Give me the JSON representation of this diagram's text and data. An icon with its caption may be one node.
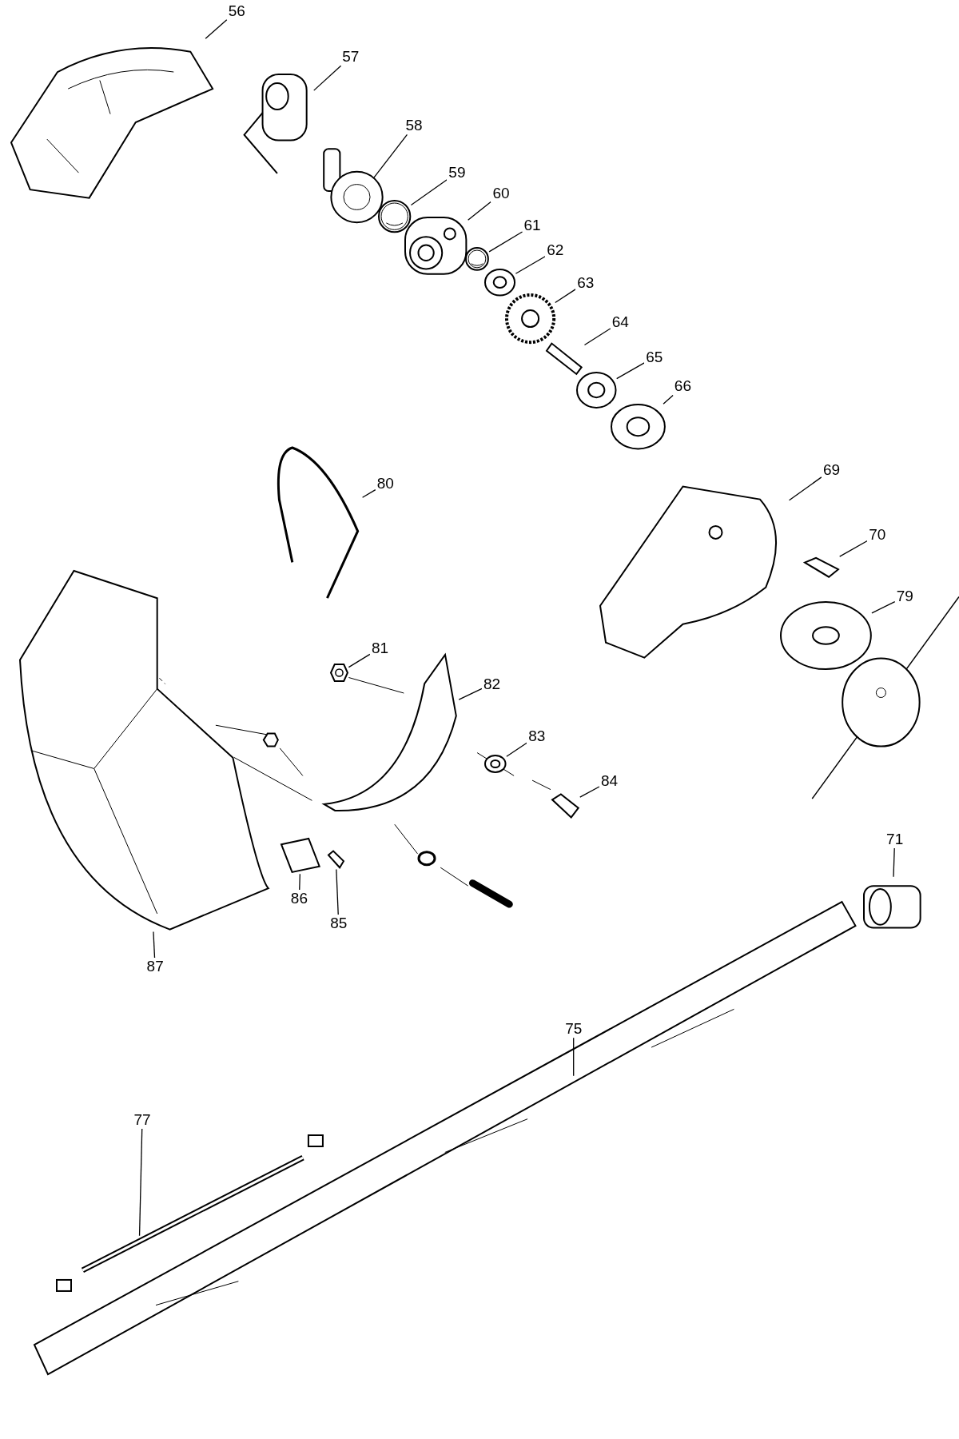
{
  "diagram": {
    "nodes": [
      {
        "text": [
          "56"
        ]
      },
      {
        "text": [],
        "shape": "picture"
      },
      {
        "text": [
          "57"
        ]
      },
      {
        "text": [],
        "shape": "picture"
      },
      {
        "text": [
          "58"
        ]
      },
      {
        "text": [],
        "shape": "picture"
      },
      {
        "text": [
          "59"
        ]
      },
      {
        "text": [],
        "shape": "picture"
      },
      {
        "text": [
          "60"
        ]
      },
      {
        "text": [],
        "shape": "picture"
      },
      {
        "text": [
          "61"
        ]
      },
      {
        "text": [],
        "shape": "picture"
      },
      {
        "text": [
          "62"
        ]
      },
      {
        "text": [],
        "shape": "picture"
      },
      {
        "text": [
          "63"
        ]
      },
      {
        "text": [],
        "shape": "picture"
      },
      {
        "text": [
          "64"
        ]
      },
      {
        "text": [],
        "shape": "picture"
      },
      {
        "text": [
          "65"
        ]
      },
      {
        "text": [],
        "shape": "picture"
      },
      {
        "text": [
          "66"
        ]
      },
      {
        "text": [],
        "shape": "picture"
      },
      {
        "text": [
          "80"
        ]
      },
      {
        "text": [],
        "shape": "picture"
      },
      {
        "text": [
          "69"
        ]
      },
      {
        "text": [],
        "shape": "picture"
      },
      {
        "text": [
          "70"
        ]
      },
      {
        "text": [],
        "shape": "picture"
      },
      {
        "text": [
          "79"
        ]
      },
      {
        "text": [],
        "shape": "picture"
      },
      {
        "text": [
          "81"
        ]
      },
      {
        "text": [],
        "shape": "picture"
      },
      {
        "text": [
          "82"
        ]
      },
      {
        "text": [],
        "shape": "picture"
      },
      {
        "text": [
          "83"
        ]
      },
      {
        "text": [],
        "shape": "picture"
      },
      {
        "text": [
          "84"
        ]
      },
      {
        "text": [],
        "shape": "picture"
      },
      {
        "text": [
          "86"
        ]
      },
      {
        "text": [],
        "shape": "picture"
      },
      {
        "text": [
          "85"
        ]
      },
      {
        "text": [],
        "shape": "picture"
      },
      {
        "text": [
          "87"
        ]
      },
      {
        "text": [],
        "shape": "picture"
      },
      {
        "text": [
          "71"
        ]
      },
      {
        "text": [],
        "shape": "picture"
      },
      {
        "text": [
          "75"
        ]
      },
      {
        "text": [],
        "shape": "picture"
      },
      {
        "text": [
          "77"
        ]
      },
      {
        "text": [],
        "shape": "picture"
      }
    ],
    "edges": [
      {
        "from": 0,
        "to": 1,
        "arrow": "none"
      },
      {
        "from": 2,
        "to": 3,
        "arrow": "none"
      },
      {
        "from": 4,
        "to": 5,
        "arrow": "none"
      },
      {
        "from": 6,
        "to": 7,
        "arrow": "none"
      },
      {
        "from": 8,
        "to": 9,
        "arrow": "none"
      },
      {
        "from": 10,
        "to": 11,
        "arrow": "none"
      },
      {
        "from": 12,
        "to": 13,
        "arrow": "none"
      },
      {
        "from": 14,
        "to": 15,
        "arrow": "none"
      },
      {
        "from": 16,
        "to": 17,
        "arrow": "none"
      },
      {
        "from": 18,
        "to": 19,
        "arrow": "none"
      },
      {
        "from": 20,
        "to": 21,
        "arrow": "none"
      },
      {
        "from": 22,
        "to": 23,
        "arrow": "none"
      },
      {
        "from": 24,
        "to": 25,
        "arrow": "none"
      },
      {
        "from": 26,
        "to": 27,
        "arrow": "none"
      },
      {
        "from": 28,
        "to": 29,
        "arrow": "none"
      },
      {
        "from": 30,
        "to": 31,
        "arrow": "none"
      },
      {
        "from": 32,
        "to": 33,
        "arrow": "none"
      },
      {
        "from": 34,
        "to": 35,
        "arrow": "none"
      },
      {
        "from": 36,
        "to": 37,
        "arrow": "none"
      },
      {
        "from": 38,
        "to": 39,
        "arrow": "none"
      },
      {
        "from": 40,
        "to": 41,
        "arrow": "none"
      },
      {
        "from": 42,
        "to": 43,
        "arrow": "none"
      },
      {
        "from": 44,
        "to": 45,
        "arrow": "none"
      },
      {
        "from": 46,
        "to": 47,
        "arrow": "none"
      },
      {
        "from": 48,
        "to": 49,
        "arrow": "none"
      }
    ]
  }
}
